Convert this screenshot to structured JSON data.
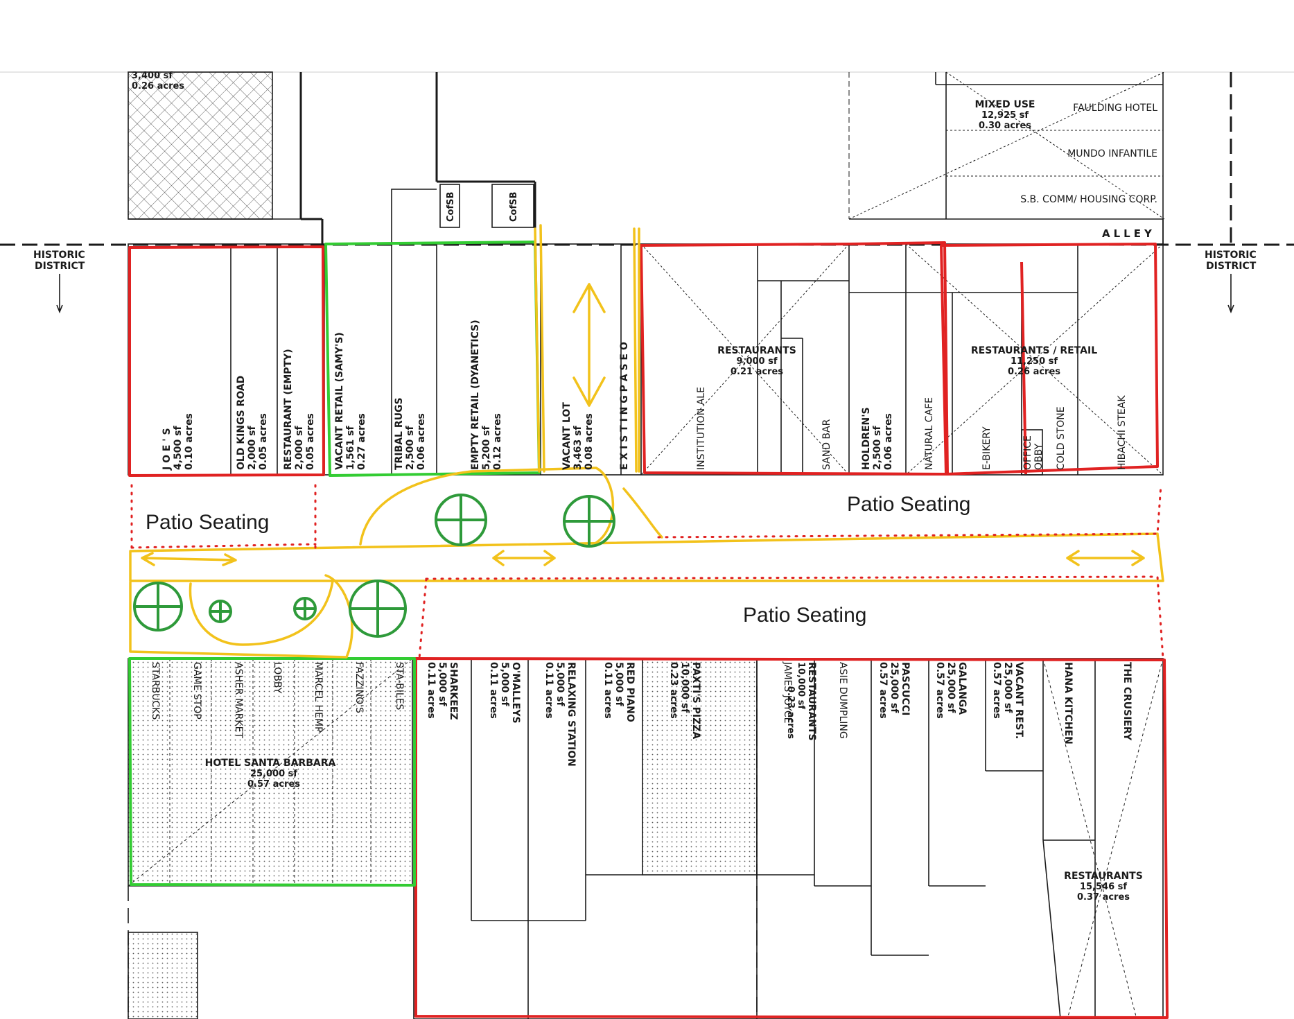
{
  "colors": {
    "ink": "#1a1a1a",
    "existing_outline": "#e02222",
    "proposed_outline": "#33cc33",
    "pedestrian_path": "#f2c21b",
    "tree": "#2e9a3a",
    "patio_dots": "#e02222"
  },
  "boundary": {
    "historic_left": [
      "HISTORIC",
      "DISTRICT"
    ],
    "historic_right": [
      "HISTORIC",
      "DISTRICT"
    ],
    "alley": "ALLEY"
  },
  "top_left": {
    "area_sf": "3,400 sf",
    "acres": "0.26 acres"
  },
  "cofsb": [
    "CofSB",
    "CofSB"
  ],
  "mixed_use": {
    "title": "MIXED USE",
    "area_sf": "12,925 sf",
    "acres": "0.30 acres",
    "tenants": [
      "FAULDING HOTEL",
      "MUNDO INFANTILE",
      "S.B. COMM/ HOUSING CORP."
    ]
  },
  "north_parcels": [
    {
      "label": "J O E ' S",
      "lines": [
        "4,500 sf",
        "0.10 acres"
      ]
    },
    {
      "label": "OLD KINGS ROAD",
      "lines": [
        "2,000 sf",
        "0.05 acres"
      ]
    },
    {
      "label": "RESTAURANT (EMPTY)",
      "lines": [
        "2,000 sf",
        "0.05 acres"
      ]
    },
    {
      "label": "VACANT RETAIL (SAMY'S)",
      "lines": [
        "1,561 sf",
        "0.27 acres"
      ]
    },
    {
      "label": "TRIBAL RUGS",
      "lines": [
        "2,500 sf",
        "0.06 acres"
      ]
    },
    {
      "label": "EMPTY RETAIL (DYANETICS)",
      "lines": [
        "5,200 sf",
        "0.12 acres"
      ]
    },
    {
      "label": "VACANT LOT",
      "lines": [
        "3,463 sf",
        "0.08 acres"
      ]
    },
    {
      "label": "E X I S T I N G   P A S E O",
      "lines": []
    }
  ],
  "north_restaurants_1": {
    "title": "RESTAURANTS",
    "area_sf": "9,000 sf",
    "acres": "0.21 acres",
    "tenants": [
      "INSTITUTION ALE",
      "SAND BAR"
    ]
  },
  "holdrens": {
    "label": "HOLDREN'S",
    "lines": [
      "2,500 sf",
      "0.06 acres"
    ]
  },
  "north_restaurants_2": {
    "title": "RESTAURANTS / RETAIL",
    "area_sf": "11,250 sf",
    "acres": "0.26 acres",
    "tenants": [
      "NATURAL CAFE",
      "E-BIKERY",
      "OFFICE",
      "OBBY",
      "COLD STONE",
      "HIBACHI STEAK"
    ]
  },
  "patio_labels": [
    "Patio Seating",
    "Patio Seating",
    "Patio Seating"
  ],
  "hotel": {
    "title": "HOTEL SANTA BARBARA",
    "area_sf": "25,000 sf",
    "acres": "0.57 acres",
    "tenants": [
      "STARBUCKS",
      "GAME STOP",
      "ASHER MARKET",
      "LOBBY",
      "MARCEL HEMP",
      "FAZZINO'S",
      "STA-BILES"
    ]
  },
  "south_parcels": [
    {
      "label": "SHARKEEZ",
      "lines": [
        "5,000 sf",
        "0.11 acres"
      ]
    },
    {
      "label": "O'MALLEYS",
      "lines": [
        "5,000 sf",
        "0.11 acres"
      ]
    },
    {
      "label": "RELAXING STATION",
      "lines": [
        "5,000 sf",
        "0.11 acres"
      ]
    },
    {
      "label": "RED PIANO",
      "lines": [
        "5,000 sf",
        "0.11 acres"
      ]
    },
    {
      "label": "PAXTI'S PIZZA",
      "lines": [
        "10,000 sf",
        "0.23 acres"
      ]
    }
  ],
  "south_restaurants_1": {
    "title": "RESTAURANTS",
    "area_sf": "10,000 sf",
    "acres": "0.23 acres",
    "tenants": [
      "JAMES JOYCE",
      "ASIE DUMPLING"
    ]
  },
  "south_parcels_2": [
    {
      "label": "PASCUCCI",
      "lines": [
        "25,000 sf",
        "0.57 acres"
      ]
    },
    {
      "label": "GALANGA",
      "lines": [
        "25,000 sf",
        "0.57 acres"
      ]
    },
    {
      "label": "VACANT REST.",
      "lines": [
        "25,000 sf",
        "0.57 acres"
      ]
    }
  ],
  "south_names": [
    "HANA KITCHEN",
    "THE CRUSIERY"
  ],
  "south_restaurants_2": {
    "title": "RESTAURANTS",
    "area_sf": "15,546 sf",
    "acres": "0.37 acres"
  }
}
